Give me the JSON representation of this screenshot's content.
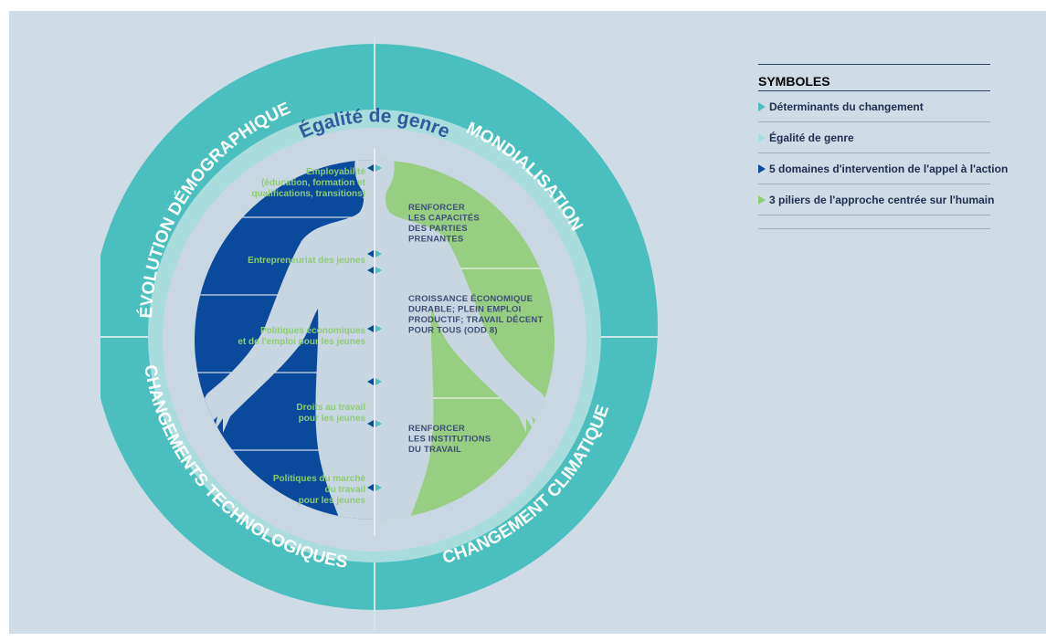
{
  "outer_ring": {
    "top_left": "ÉVOLUTION DÉMOGRAPHIQUE",
    "top_right": "MONDIALISATION",
    "bottom_left": "CHANGEMENTS TECHNOLOGIQUES",
    "bottom_right": "CHANGEMENT CLIMATIQUE"
  },
  "gender_ring": {
    "label": "Égalité de genre"
  },
  "domains": [
    {
      "lines": [
        "Employabilité",
        "(éducation, formation et",
        "qualifications, transitions)"
      ]
    },
    {
      "lines": [
        "Entrepreneuriat des jeunes"
      ]
    },
    {
      "lines": [
        "Politiques économiques",
        "et de l'emploi pour les jeunes"
      ]
    },
    {
      "lines": [
        "Droits au travail",
        "pour les jeunes"
      ]
    },
    {
      "lines": [
        "Politiques du marché",
        "du travail",
        "pour les jeunes"
      ]
    }
  ],
  "pillars": [
    {
      "lines": [
        "RENFORCER",
        "LES CAPACITÉS",
        "DES PARTIES",
        "PRENANTES"
      ]
    },
    {
      "lines": [
        "CROISSANCE ÉCONOMIQUE",
        "DURABLE; PLEIN EMPLOI",
        "PRODUCTIF; TRAVAIL DÉCENT",
        "POUR TOUS (ODD 8)"
      ]
    },
    {
      "lines": [
        "RENFORCER",
        "LES INSTITUTIONS",
        "DU TRAVAIL"
      ]
    }
  ],
  "legend": {
    "title": "SYMBOLES",
    "items": [
      {
        "label": "Déterminants du changement",
        "color": "#4bbfbf"
      },
      {
        "label": "Égalité de genre",
        "color": "#a9dcdc"
      },
      {
        "label": "5 domaines d'intervention de l'appel à l'action",
        "color": "#0a4a9c"
      },
      {
        "label": "3 piliers de l'approche centrée sur l'humain",
        "color": "#8ccc72"
      }
    ]
  },
  "colors": {
    "outer_ring": "#4bbfbf",
    "gender_ring": "#a9dcdc",
    "domains_bg": "#0a4a9c",
    "pillars_bg": "#97cf82",
    "body_silhouette": "#c8d6e2",
    "background": "#cfdbe5"
  }
}
